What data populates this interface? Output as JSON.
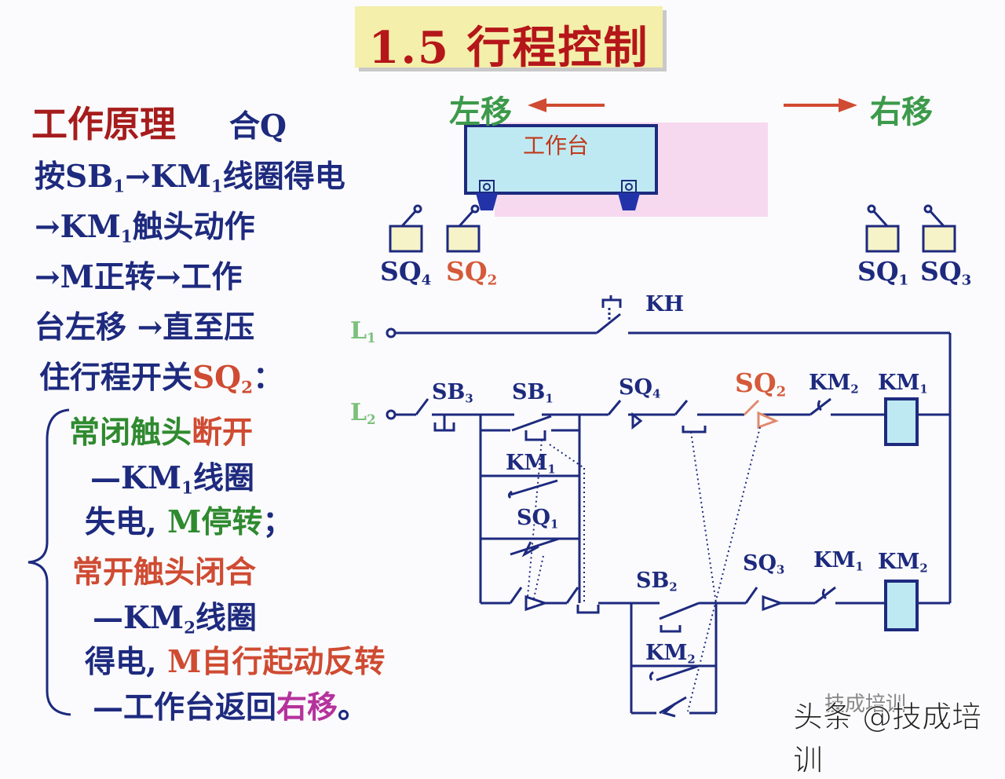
{
  "title": "1.5  行程控制",
  "principle": {
    "heading": "工作原理",
    "close_q": "合Q",
    "lines": [
      {
        "a": "按SB",
        "s1": "1",
        "b": "→KM",
        "s2": "1",
        "c": "线圈得电"
      },
      {
        "a": "→KM",
        "s1": "1",
        "b": "触头动作"
      },
      {
        "a": "→M正转→工作"
      },
      {
        "a": "台左移 →直至压"
      },
      {
        "a": "住行程开关",
        "b": "SQ",
        "s1": "2",
        "c": "："
      }
    ],
    "nc": {
      "t1": "常闭触头",
      "t2": "断开"
    },
    "nc_l1": {
      "a": "—KM",
      "s": "1",
      "b": "线圈"
    },
    "nc_l2": {
      "a": "失电, ",
      "b": "M停转",
      "c": "；"
    },
    "no": {
      "t1": "常开触头",
      "t2": "闭合"
    },
    "no_l1": {
      "a": "—KM",
      "s": "2",
      "b": "线圈"
    },
    "no_l2": {
      "a": "得电, ",
      "b": "M自行起动反转"
    },
    "no_l3": {
      "a": "—工作台返回",
      "b": "右移",
      "c": "。"
    }
  },
  "table": {
    "left_label": "左移",
    "right_label": "右移",
    "bench": "工作台"
  },
  "switches": {
    "sq4": {
      "t": "SQ",
      "s": "4"
    },
    "sq2": {
      "t": "SQ",
      "s": "2"
    },
    "sq1": {
      "t": "SQ",
      "s": "1"
    },
    "sq3": {
      "t": "SQ",
      "s": "3"
    }
  },
  "circuit": {
    "kh": "KH",
    "l1": {
      "t": "L",
      "s": "1"
    },
    "l2": {
      "t": "L",
      "s": "2"
    },
    "sb3": {
      "t": "SB",
      "s": "3"
    },
    "sb1": {
      "t": "SB",
      "s": "1"
    },
    "sq4": {
      "t": "SQ",
      "s": "4"
    },
    "sq2": {
      "t": "SQ",
      "s": "2"
    },
    "km2_top": {
      "t": "KM",
      "s": "2"
    },
    "km1_coil": {
      "t": "KM",
      "s": "1"
    },
    "km1_mid": {
      "t": "KM",
      "s": "1"
    },
    "sq1": {
      "t": "SQ",
      "s": "1"
    },
    "sb2": {
      "t": "SB",
      "s": "2"
    },
    "sq3": {
      "t": "SQ",
      "s": "3"
    },
    "km1_bot": {
      "t": "KM",
      "s": "1"
    },
    "km2_coil": {
      "t": "KM",
      "s": "2"
    },
    "km2_low": {
      "t": "KM",
      "s": "2"
    }
  },
  "watermark": {
    "main": "头条 @技成培训",
    "faint": "技成培训"
  },
  "colors": {
    "title_bg": "#f4efaa",
    "title": "#b5161a",
    "navy": "#1d2a7e",
    "green": "#2f8a2f",
    "red": "#cf4b32",
    "bench": "#bfe9f2"
  }
}
